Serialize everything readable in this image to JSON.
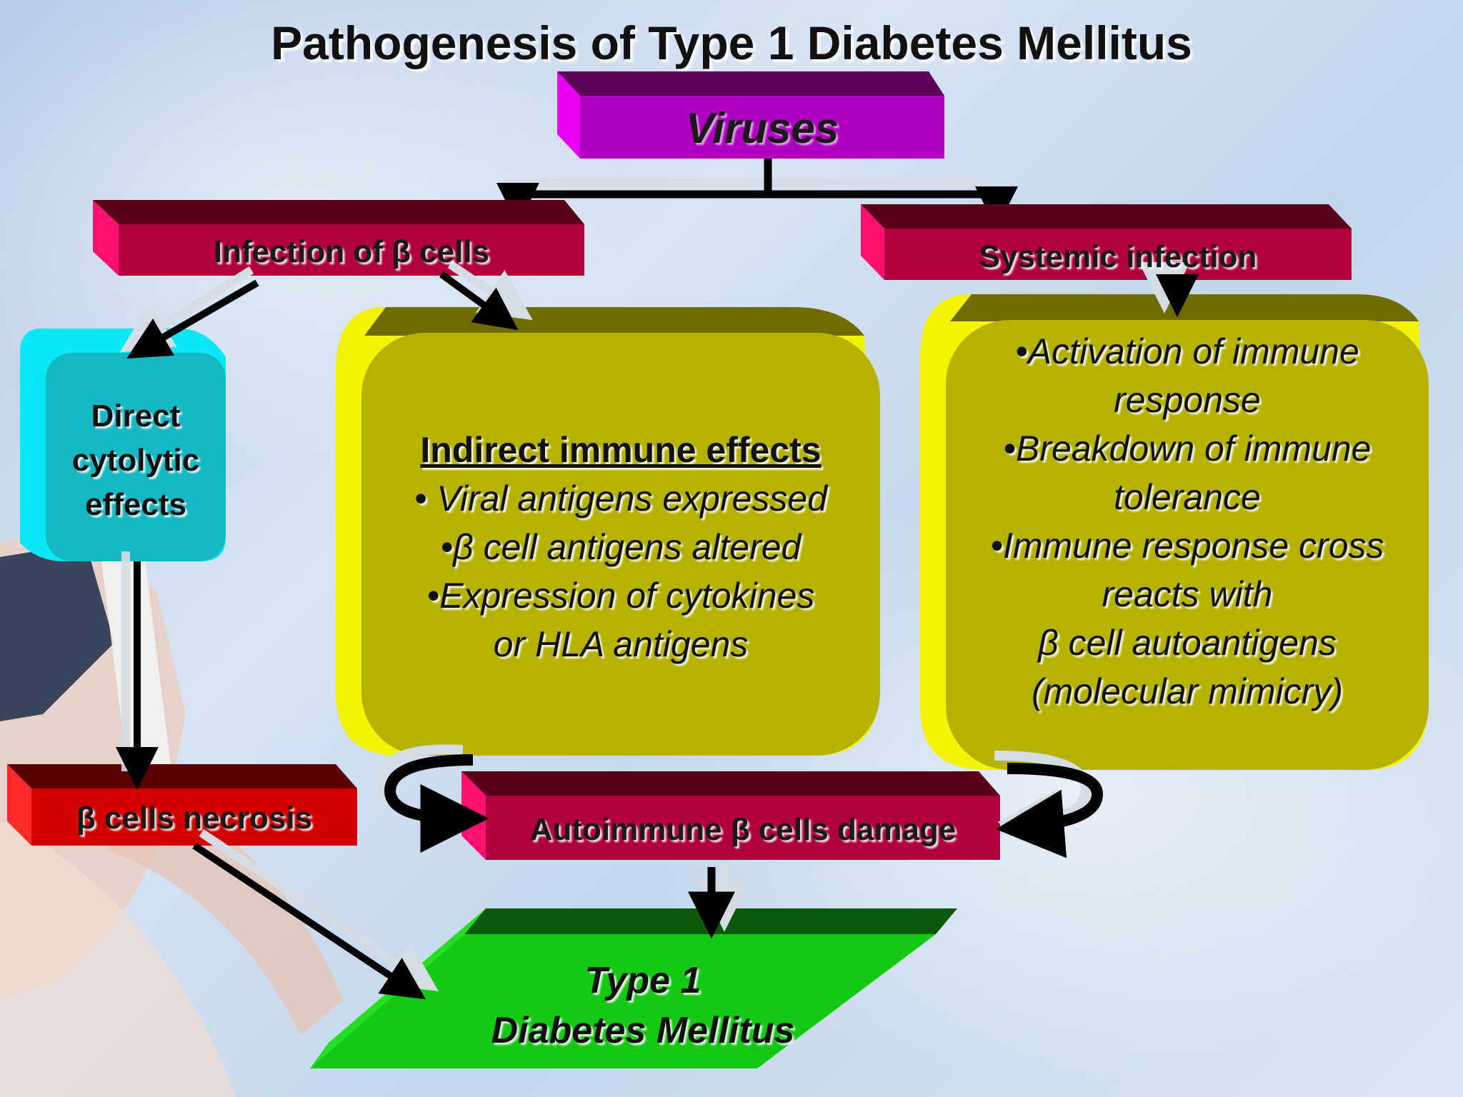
{
  "title": "Pathogenesis of Type 1 Diabetes Mellitus",
  "nodes": {
    "viruses": "Viruses",
    "infection": "Infection of β cells",
    "systemic": "Systemic infection",
    "direct": [
      "Direct",
      "cytolytic",
      "effects"
    ],
    "indirect": {
      "heading": "Indirect immune effects",
      "lines": [
        "• Viral antigens expressed",
        "•β cell antigens altered",
        "•Expression of cytokines",
        "or HLA antigens"
      ]
    },
    "immune": {
      "lines": [
        "•Activation of immune",
        "response",
        "•Breakdown of immune",
        "tolerance",
        "•Immune response cross",
        "reacts with",
        "β cell autoantigens",
        "(molecular mimicry)"
      ]
    },
    "necrosis": "β cells necrosis",
    "autoimmune": "Autoimmune β cells damage",
    "result": [
      "Type 1",
      "Diabetes Mellitus"
    ]
  },
  "colors": {
    "magenta": "#b000c0",
    "crimson": "#b0003e",
    "teal": "#16b8c4",
    "olive": "#b5b200",
    "yellow": "#f4f400",
    "red": "#d20000",
    "green": "#14c814"
  }
}
